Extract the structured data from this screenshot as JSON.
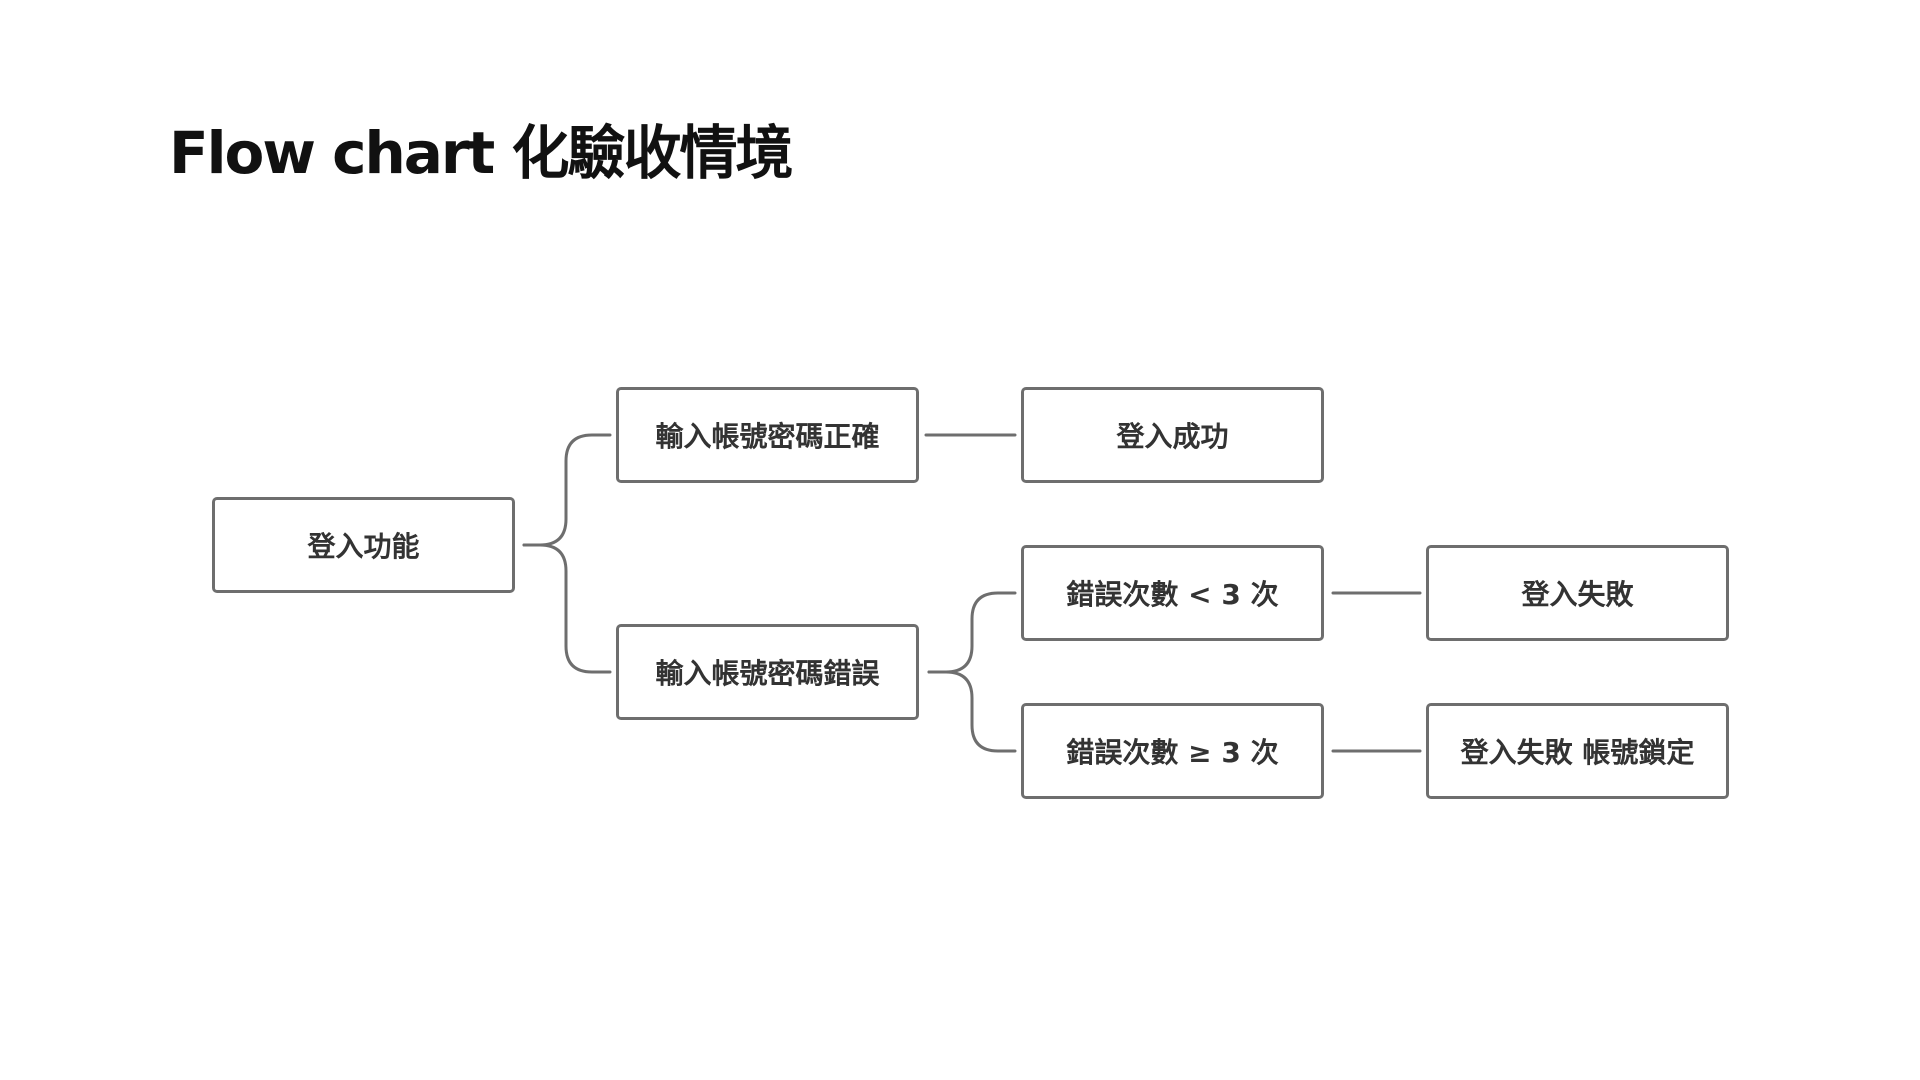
{
  "title": "Flow chart 化驗收情境",
  "nodes": {
    "root": "登入功能",
    "correct": "輸入帳號密碼正確",
    "wrong": "輸入帳號密碼錯誤",
    "success": "登入成功",
    "errors_lt3": "錯誤次數 < 3 次",
    "errors_ge3": "錯誤次數 ≥ 3 次",
    "fail": "登入失敗",
    "fail_locked": "登入失敗 帳號鎖定"
  },
  "colors": {
    "border": "#6e6e6e",
    "text": "#333333",
    "title": "#111111",
    "background": "#ffffff"
  }
}
